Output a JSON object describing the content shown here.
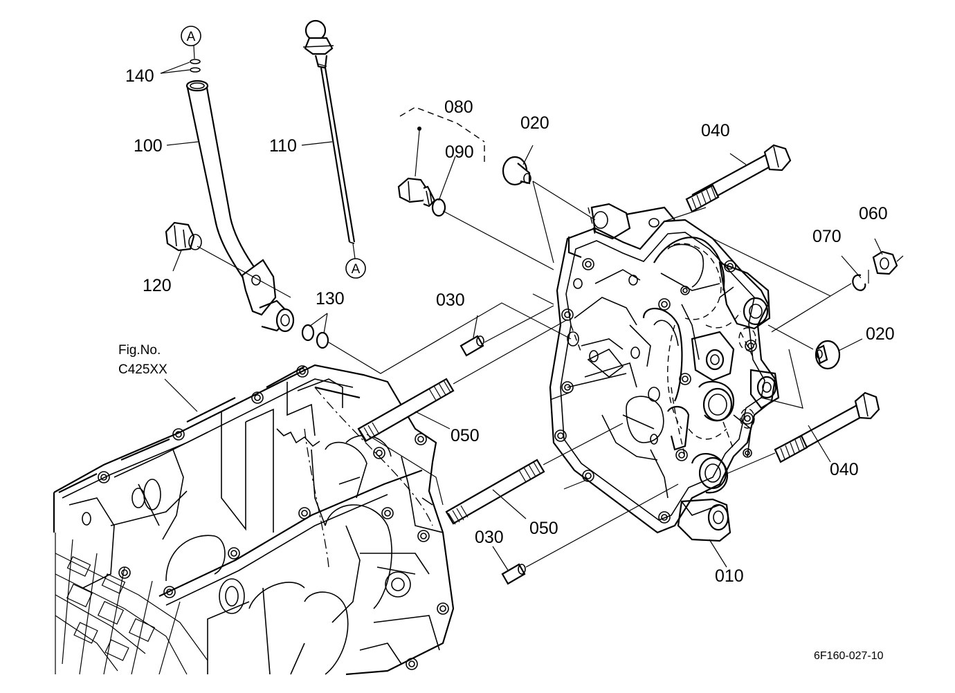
{
  "part_labels": [
    {
      "id": "140",
      "text": "140"
    },
    {
      "id": "100",
      "text": "100"
    },
    {
      "id": "110",
      "text": "110"
    },
    {
      "id": "120",
      "text": "120"
    },
    {
      "id": "130",
      "text": "130"
    },
    {
      "id": "080",
      "text": "080"
    },
    {
      "id": "090",
      "text": "090"
    },
    {
      "id": "020a",
      "text": "020"
    },
    {
      "id": "040a",
      "text": "040"
    },
    {
      "id": "060",
      "text": "060"
    },
    {
      "id": "070",
      "text": "070"
    },
    {
      "id": "020b",
      "text": "020"
    },
    {
      "id": "030a",
      "text": "030"
    },
    {
      "id": "050a",
      "text": "050"
    },
    {
      "id": "050b",
      "text": "050"
    },
    {
      "id": "040b",
      "text": "040"
    },
    {
      "id": "030b",
      "text": "030"
    },
    {
      "id": "010",
      "text": "010"
    }
  ],
  "markers": {
    "a_top": "A",
    "a_bottom": "A"
  },
  "figure_ref": {
    "line1": "Fig.No.",
    "line2": "C425XX"
  },
  "drawing_number": "6F160-027-10"
}
